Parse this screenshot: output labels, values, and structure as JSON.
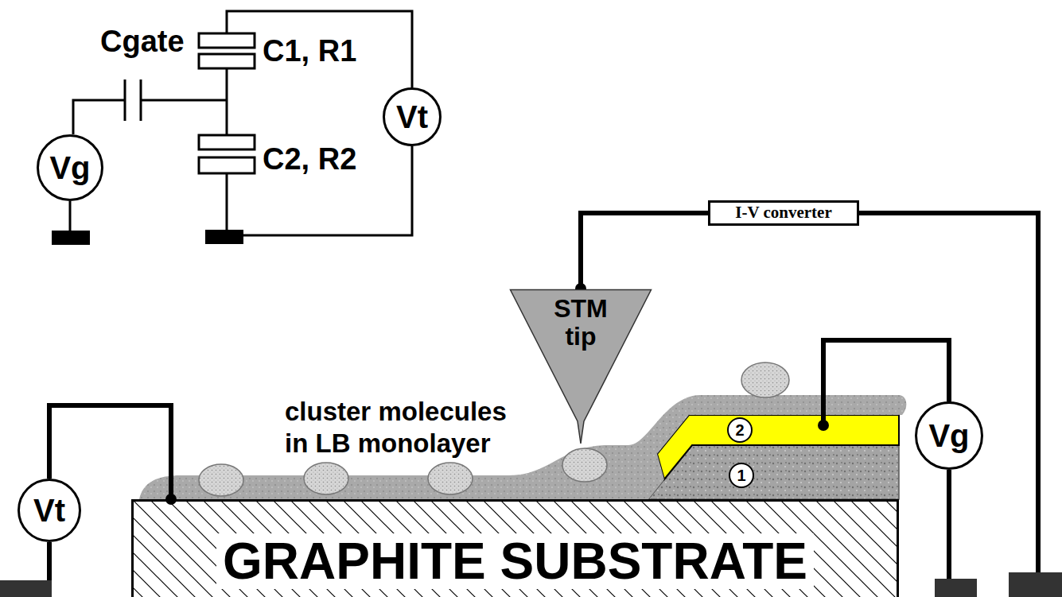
{
  "diagram": {
    "nodes": [
      {
        "text": [
          "Vt"
        ]
      },
      {
        "text": [
          "Vg"
        ]
      },
      {
        "text": [
          "I-V converter"
        ]
      },
      {
        "text": [
          "STM tip"
        ]
      },
      {
        "text": [
          "2"
        ]
      },
      {
        "text": [
          "Vg"
        ]
      },
      {
        "text": [
          "1"
        ]
      },
      {
        "text": [
          "Vt"
        ]
      },
      {
        "text": [
          "GRAPHITE SUBSTRATE"
        ]
      }
    ],
    "edges": [
      {
        "from": 3,
        "to": 2,
        "arrow": "none"
      },
      {
        "from": 7,
        "to": 8,
        "arrow": "none"
      }
    ],
    "labels": [
      "Cgate",
      "C1, R1",
      "C2, R2",
      "cluster molecules in LB monolayer"
    ]
  }
}
